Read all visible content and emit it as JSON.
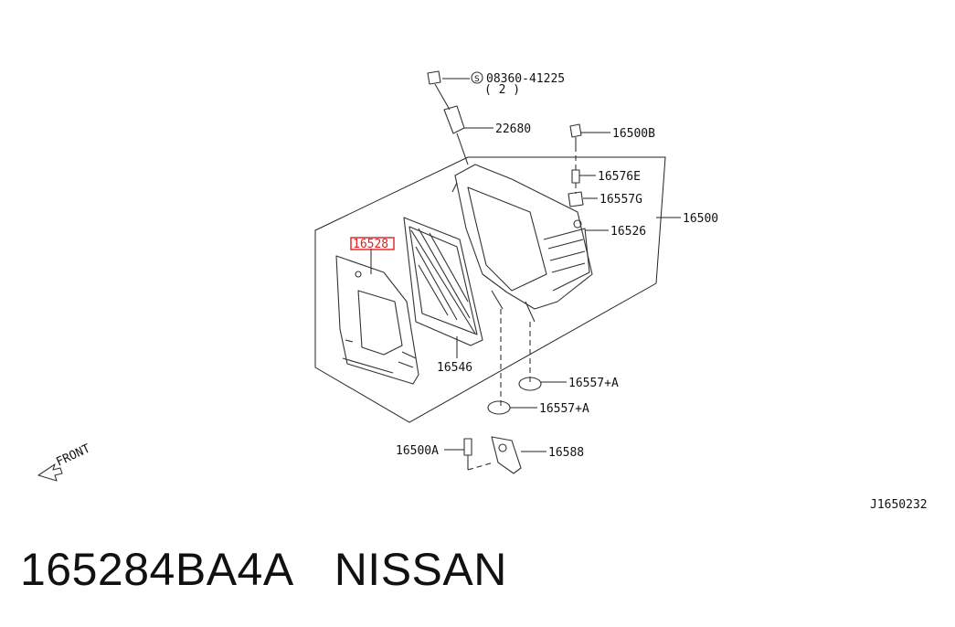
{
  "diagram": {
    "code": "J1650232",
    "front": "FRONT",
    "labels": {
      "screw_spec": "08360-41225",
      "screw_qty": "( 2 )",
      "p22680": "22680",
      "p16500B": "16500B",
      "p16576E": "16576E",
      "p16557G": "16557G",
      "p16526": "16526",
      "p16500": "16500",
      "p16528": "16528",
      "p16546": "16546",
      "p16557A1": "16557+A",
      "p16557A2": "16557+A",
      "p16500A": "16500A",
      "p16588": "16588"
    }
  },
  "caption": {
    "part_number": "165284BA4A",
    "brand": "NISSAN"
  },
  "colors": {
    "highlight": "#e02020",
    "line": "#222222"
  }
}
